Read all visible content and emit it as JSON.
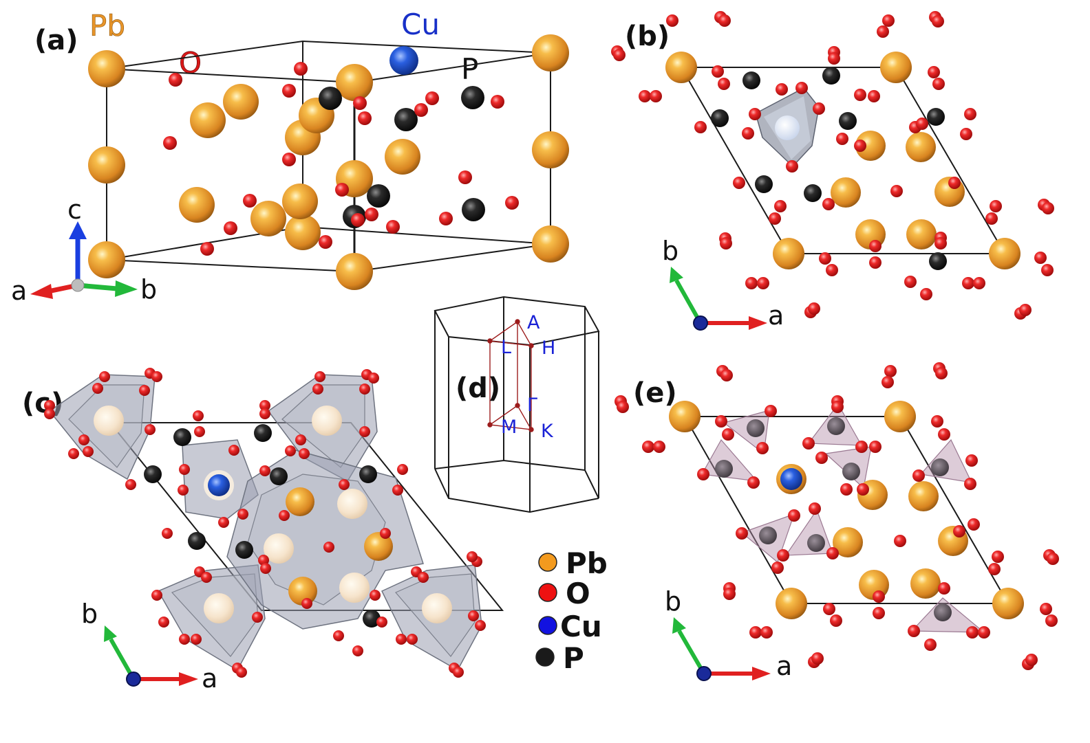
{
  "colors": {
    "Pb": "#e8952a",
    "O": "#e21b1b",
    "Cu": "#1e4fd1",
    "P": "#1e1e1e",
    "axis_a": "#e02020",
    "axis_b": "#22b83a",
    "axis_c": "#1a3fe0",
    "bz_label": "#1a22d6",
    "bz_path": "#9c1c1c"
  },
  "panels": {
    "a": {
      "label": "(a)",
      "elements": {
        "pb": "Pb",
        "o": "O",
        "cu": "Cu",
        "p": "P"
      },
      "axes": {
        "a": "a",
        "b": "b",
        "c": "c"
      }
    },
    "b": {
      "label": "(b)",
      "axes": {
        "a": "a",
        "b": "b"
      }
    },
    "c": {
      "label": "(c)",
      "axes": {
        "a": "a",
        "b": "b"
      }
    },
    "d": {
      "label": "(d)",
      "points": {
        "A": "A",
        "L": "L",
        "H": "H",
        "Gamma": "Γ",
        "M": "M",
        "K": "K"
      }
    },
    "e": {
      "label": "(e)",
      "axes": {
        "a": "a",
        "b": "b"
      }
    }
  },
  "legend": [
    {
      "element": "Pb",
      "color": "#f39a1e"
    },
    {
      "element": "O",
      "color": "#ee1111"
    },
    {
      "element": "Cu",
      "color": "#1212e0"
    },
    {
      "element": "P",
      "color": "#1a1a1a"
    }
  ]
}
